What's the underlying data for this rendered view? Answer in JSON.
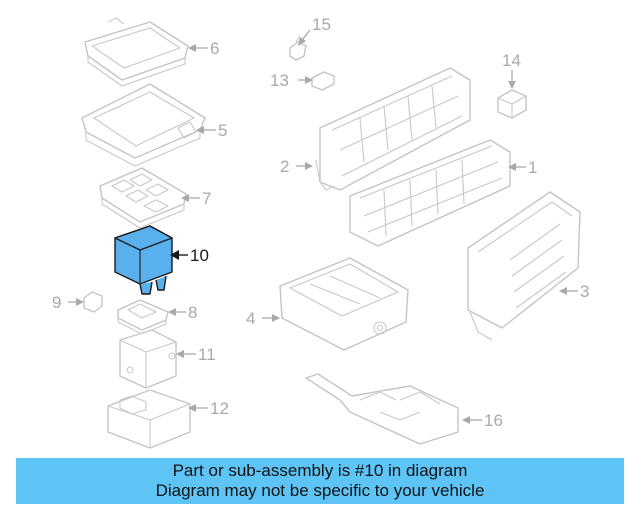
{
  "diagram": {
    "highlight_color": "#5ab0ec",
    "line_color": "#c4c4c4",
    "callouts": {
      "c1": "1",
      "c2": "2",
      "c3": "3",
      "c4": "4",
      "c5": "5",
      "c6": "6",
      "c7": "7",
      "c8": "8",
      "c9": "9",
      "c10": "10",
      "c11": "11",
      "c12": "12",
      "c13": "13",
      "c14": "14",
      "c15": "15",
      "c16": "16"
    },
    "highlighted_part": "10"
  },
  "banner": {
    "background": "#5ec4f5",
    "line1": "Part or sub-assembly is #10 in diagram",
    "line2": "Diagram may not be specific to your vehicle"
  }
}
